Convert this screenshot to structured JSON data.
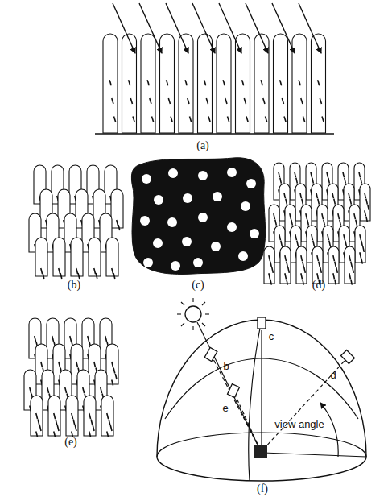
{
  "diagram": {
    "labels": [
      "(a)",
      "(b)",
      "(c)",
      "(d)",
      "(e)",
      "(f)",
      "b",
      "c",
      "d",
      "e",
      "view angle"
    ]
  }
}
